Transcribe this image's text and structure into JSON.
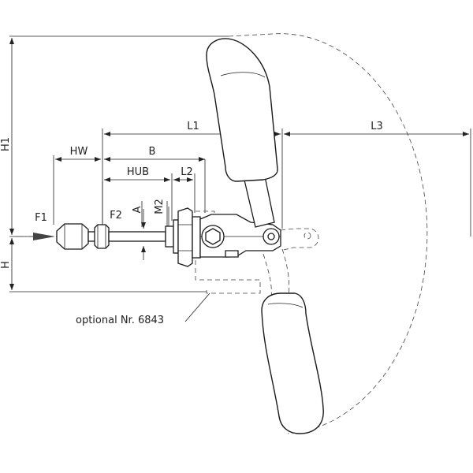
{
  "dimensions": {
    "h1": "H1",
    "h": "H",
    "hw": "HW",
    "b": "B",
    "hub": "HUB",
    "l2": "L2",
    "l1": "L1",
    "l3": "L3",
    "f1": "F1",
    "f2": "F2",
    "a": "A",
    "m2": "M2"
  },
  "note": "optional Nr. 6843"
}
